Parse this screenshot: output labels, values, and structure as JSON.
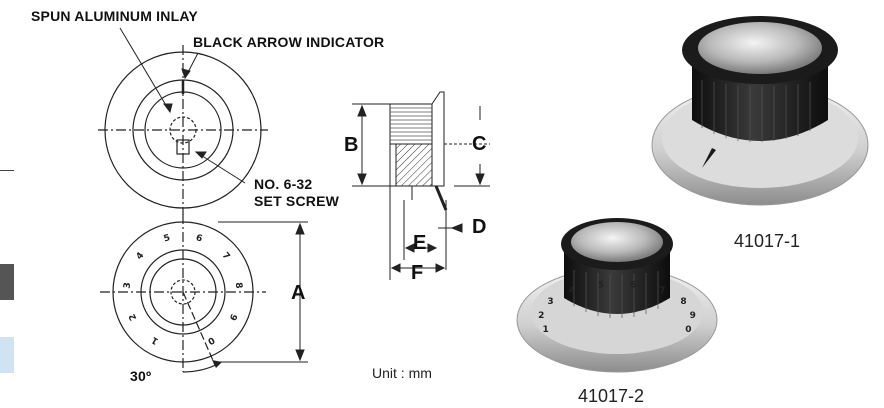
{
  "callouts": {
    "spun_aluminum_inlay": "SPUN ALUMINUM INLAY",
    "black_arrow_indicator": "BLACK ARROW  INDICATOR",
    "set_screw_line1": "NO. 6-32",
    "set_screw_line2": "SET SCREW"
  },
  "dimensions": {
    "a": "A",
    "b": "B",
    "c": "C",
    "d": "D",
    "e": "E",
    "f": "F"
  },
  "angle": "30º",
  "unit": "Unit : mm",
  "models": {
    "model_1": "41017-1",
    "model_2": "41017-2"
  },
  "dial_numbers_front": [
    "1",
    "2",
    "3",
    "4",
    "5",
    "6",
    "7",
    "8",
    "9",
    "0"
  ],
  "dial_numbers_top": [
    "1",
    "2",
    "3",
    "4",
    "5",
    "6",
    "7",
    "8",
    "9",
    "0"
  ],
  "colors": {
    "ink": "#111111",
    "metal_light": "#e4e4e4",
    "metal_dark": "#8a8a8a",
    "knob_black": "#1a1a1a",
    "sidebar_dark": "#555555",
    "sidebar_light": "#cfe3f3"
  }
}
